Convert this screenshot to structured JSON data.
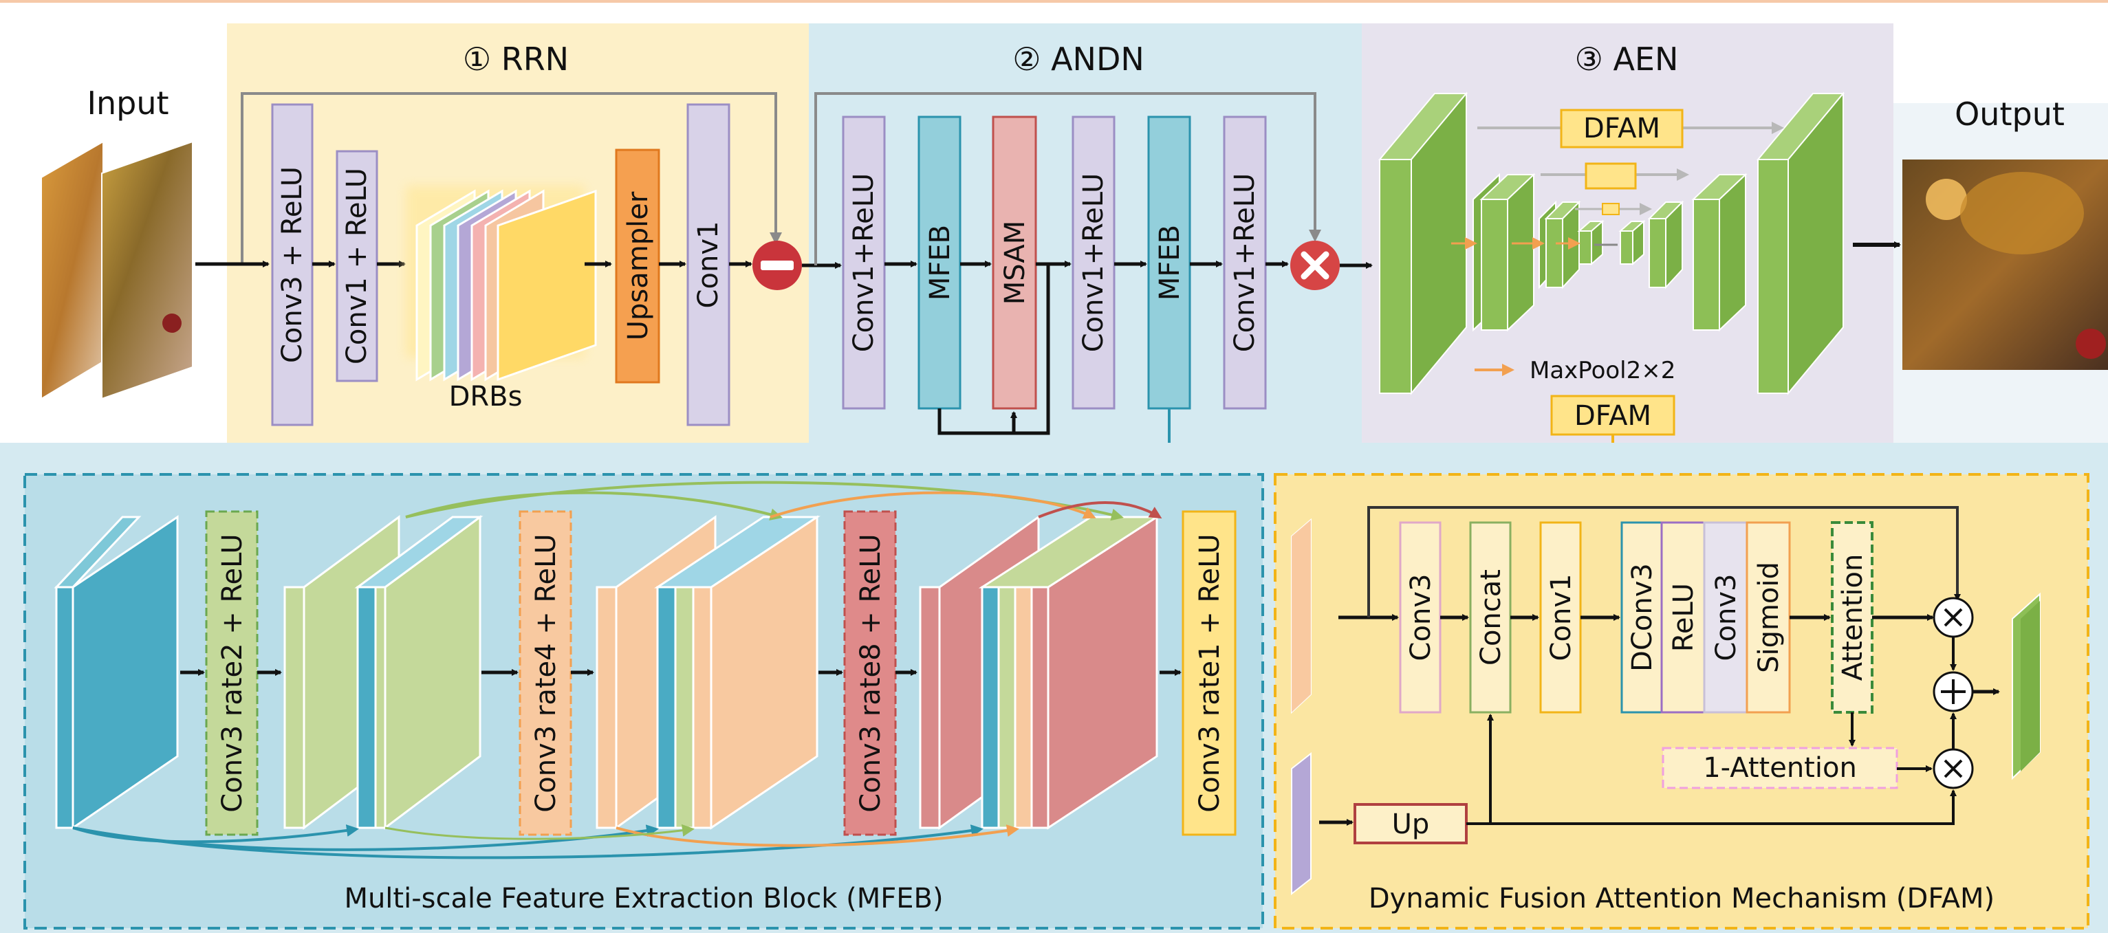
{
  "inputs": {
    "input_label": "Input",
    "output_label": "Output"
  },
  "rrn": {
    "title": "① RRN",
    "conv3_relu": "Conv3 + ReLU",
    "conv1_relu": "Conv1 + ReLU",
    "drbs": "DRBs",
    "upsampler": "Upsampler",
    "conv1": "Conv1"
  },
  "andn": {
    "title": "② ANDN",
    "conv1_relu_a": "Conv1+ReLU",
    "mfeb_a": "MFEB",
    "msam": "MSAM",
    "conv1_relu_b": "Conv1+ReLU",
    "mfeb_b": "MFEB",
    "conv1_relu_c": "Conv1+ReLU"
  },
  "aen": {
    "title": "③ AEN",
    "dfam_top": "DFAM",
    "maxpool": "MaxPool2×2",
    "dfam_bottom": "DFAM"
  },
  "mfeb": {
    "caption": "Multi-scale Feature Extraction Block (MFEB)",
    "conv_rate2": "Conv3 rate2 + ReLU",
    "conv_rate4": "Conv3 rate4 + ReLU",
    "conv_rate8": "Conv3 rate8 + ReLU",
    "conv_rate1": "Conv3 rate1 + ReLU"
  },
  "dfam": {
    "caption": "Dynamic Fusion Attention Mechanism (DFAM)",
    "conv3_a": "Conv3",
    "concat": "Concat",
    "conv1": "Conv1",
    "dconv3": "DConv3",
    "relu": "ReLU",
    "conv3_b": "Conv3",
    "sigmoid": "Sigmoid",
    "attention": "Attention",
    "one_minus_attention": "1-Attention",
    "up": "Up"
  },
  "colors": {
    "rrn_bg": "#fdf0c8",
    "andn_bg": "#d5eaf1",
    "aen_bg": "#e7e3ee",
    "mfeb_bg": "#b9dde8",
    "dfam_bg": "#fbe6a2",
    "conv_lavender": "#d8d2e8",
    "mfeb_teal": "#93cfdb",
    "msam_pink": "#e9b3b0",
    "upsampler_orange": "#f5a050",
    "dfam_yellow": "#ffe48a",
    "aen_green": "#8dbf56",
    "subtract_red": "#c9343b",
    "multiply_red": "#d64545"
  }
}
